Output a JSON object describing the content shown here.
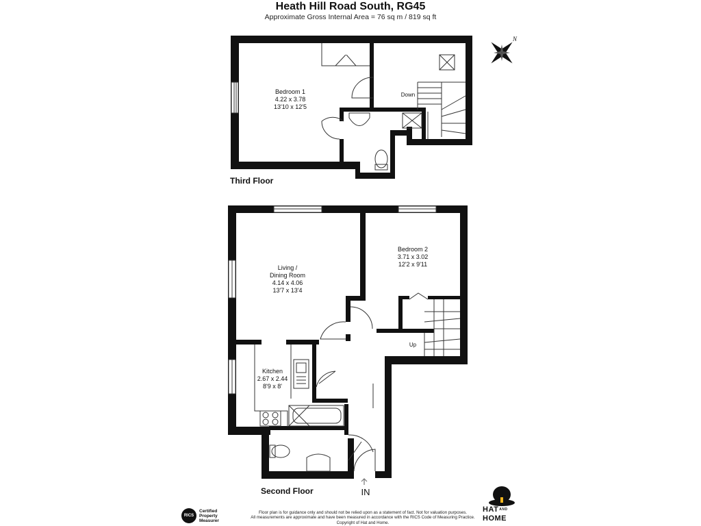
{
  "header": {
    "title": "Heath Hill Road South, RG45",
    "subtitle": "Approximate Gross Internal Area = 76 sq m / 819 sq ft"
  },
  "third_floor": {
    "label": "Third Floor",
    "bedroom1": {
      "name": "Bedroom 1",
      "metric": "4.22 x 3.78",
      "imperial": "13'10 x 12'5"
    },
    "stairs_label": "Down"
  },
  "second_floor": {
    "label": "Second Floor",
    "living": {
      "name1": "Living /",
      "name2": "Dining Room",
      "metric": "4.14 x 4.06",
      "imperial": "13'7 x 13'4"
    },
    "bedroom2": {
      "name": "Bedroom 2",
      "metric": "3.71 x 3.02",
      "imperial": "12'2 x 9'11"
    },
    "kitchen": {
      "name": "Kitchen",
      "metric": "2.67 x 2.44",
      "imperial": "8'9 x 8'"
    },
    "stairs_label": "Up",
    "entrance_label": "IN"
  },
  "compass": {
    "north_label": "N",
    "icon": "compass-icon"
  },
  "footer": {
    "disclaimer_line1": "Floor plan is for guidance only and should not be relied upon as a statement of fact. Not for valuation purposes.",
    "disclaimer_line2": "All measurements are approximate and have been measured in accordance with the RICS Code of Measuring Practice.",
    "disclaimer_line3": "Copyright of Hat and Home.",
    "rics_badge": "RICS",
    "rics_line1": "Certified",
    "rics_line2": "Property",
    "rics_line3": "Measurer",
    "logo_word1": "HAT",
    "logo_and": "AND",
    "logo_word2": "HOME"
  },
  "colors": {
    "wall": "#111111",
    "line": "#333333",
    "background": "#ffffff"
  }
}
